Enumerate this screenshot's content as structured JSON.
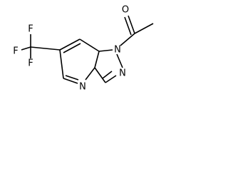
{
  "molecule": {
    "atoms": {
      "carbonyl_oxygen": "O",
      "n1": "N",
      "n2": "N",
      "ring_nitrogen": "N",
      "fluorine_top": "F",
      "fluorine_left": "F",
      "fluorine_bottom": "F"
    }
  }
}
